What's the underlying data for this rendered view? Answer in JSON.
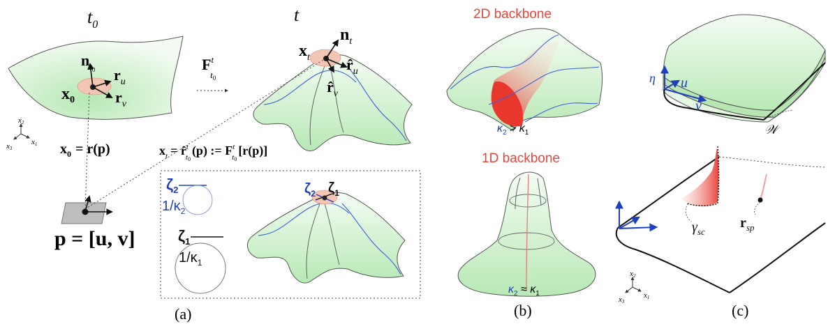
{
  "panel_a": {
    "t0_label": "t",
    "t0_sub": "0",
    "t_label": "t",
    "map_label": "F",
    "map_sup": "t",
    "map_sub": "t",
    "map_subsub": "0",
    "n_t0": "n",
    "n_t0_sub": "t",
    "n_t0_subsub": "0",
    "r_u": "r",
    "r_u_sub": "u",
    "r_v": "r",
    "r_v_sub": "v",
    "x0": "x",
    "x0_sub": "0",
    "x_t": "x",
    "x_t_sub": "t",
    "n_t": "n",
    "n_t_sub": "t",
    "rhat_u": "r̂",
    "rhat_u_sub": "u",
    "rhat_v": "r̂",
    "rhat_v_sub": "v",
    "eq1_left": "x",
    "eq1_sub": "0",
    "eq1_right": "= r(p)",
    "eq2_left": "x",
    "eq2_sub": "t",
    "eq2_mid": "= r̂",
    "eq2_mid_sup": "t",
    "eq2_mid_sub": "t",
    "eq2_mid_subsub": "0",
    "eq2_p": "(p) := F",
    "eq2_F_sup": "t",
    "eq2_F_sub": "t",
    "eq2_F_subsub": "0",
    "eq2_end": "[r(p)]",
    "p_eq": "p = [u, v]",
    "axes": {
      "x1": "x",
      "x1_sub": "1",
      "x2": "x",
      "x2_sub": "2",
      "x3": "x",
      "x3_sub": "3"
    },
    "zeta2": "ζ",
    "zeta2_sub": "2",
    "inv_k2": "1/κ",
    "inv_k2_sub": "2",
    "zeta1": "ζ",
    "zeta1_sub": "1",
    "inv_k1": "1/κ",
    "inv_k1_sub": "1",
    "inset_zeta2": "ζ",
    "inset_zeta2_sub": "2",
    "inset_zeta1": "ζ",
    "inset_zeta1_sub": "1",
    "caption": "(a)"
  },
  "panel_b": {
    "title_2d": "2D backbone",
    "title_1d": "1D backbone",
    "rel_2d_k2": "κ",
    "rel_2d_k2_sub": "2",
    "rel_2d_op": " > ",
    "rel_2d_k1": "κ",
    "rel_2d_k1_sub": "1",
    "rel_1d_k2": "κ",
    "rel_1d_k2_sub": "2",
    "rel_1d_op": " ≈ ",
    "rel_1d_k1": "κ",
    "rel_1d_k1_sub": "1",
    "caption": "(b)"
  },
  "panel_c": {
    "eta": "η",
    "u": "u",
    "v": "v",
    "W": "𝒲",
    "gamma": "γ",
    "gamma_sub": "sc",
    "r_sp": "r",
    "r_sp_sub": "sp",
    "axes": {
      "x1": "x",
      "x1_sub": "1",
      "x2": "x",
      "x2_sub": "2",
      "x3": "x",
      "x3_sub": "3"
    },
    "caption": "(c)"
  },
  "colors": {
    "surface_green": "#c9efc6",
    "curvature_blue": "#1f3fbf",
    "backbone_red": "#e8453c"
  }
}
